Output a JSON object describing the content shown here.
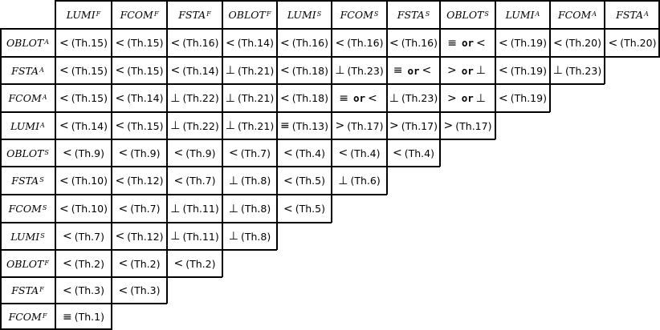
{
  "columns": [
    {
      "name": "LUMI",
      "sup": "F"
    },
    {
      "name": "FCOM",
      "sup": "F"
    },
    {
      "name": "FSTA",
      "sup": "F"
    },
    {
      "name": "OBLOT",
      "sup": "F"
    },
    {
      "name": "LUMI",
      "sup": "S"
    },
    {
      "name": "FCOM",
      "sup": "S"
    },
    {
      "name": "FSTA",
      "sup": "S"
    },
    {
      "name": "OBLOT",
      "sup": "S"
    },
    {
      "name": "LUMI",
      "sup": "A"
    },
    {
      "name": "FCOM",
      "sup": "A"
    },
    {
      "name": "FSTA",
      "sup": "A"
    }
  ],
  "rows": [
    {
      "name": "OBLOT",
      "sup": "A",
      "cells": [
        {
          "sym": "<",
          "ref": "(Th.15)"
        },
        {
          "sym": "<",
          "ref": "(Th.15)"
        },
        {
          "sym": "<",
          "ref": "(Th.16)"
        },
        {
          "sym": "<",
          "ref": "(Th.14)"
        },
        {
          "sym": "<",
          "ref": "(Th.16)"
        },
        {
          "sym": "<",
          "ref": "(Th.16)"
        },
        {
          "sym": "<",
          "ref": "(Th.16)"
        },
        {
          "sym": "≡",
          "kw": "or",
          "sym2": "<"
        },
        {
          "sym": "<",
          "ref": "(Th.19)"
        },
        {
          "sym": "<",
          "ref": "(Th.20)"
        },
        {
          "sym": "<",
          "ref": "(Th.20)"
        }
      ]
    },
    {
      "name": "FSTA",
      "sup": "A",
      "cells": [
        {
          "sym": "<",
          "ref": "(Th.15)"
        },
        {
          "sym": "<",
          "ref": "(Th.15)"
        },
        {
          "sym": "<",
          "ref": "(Th.14)"
        },
        {
          "sym": "⊥",
          "ref": "(Th.21)"
        },
        {
          "sym": "<",
          "ref": "(Th.18)"
        },
        {
          "sym": "⊥",
          "ref": "(Th.23)"
        },
        {
          "sym": "≡",
          "kw": "or",
          "sym2": "<"
        },
        {
          "sym": ">",
          "kw": "or",
          "sym2": "⊥"
        },
        {
          "sym": "<",
          "ref": "(Th.19)"
        },
        {
          "sym": "⊥",
          "ref": "(Th.23)"
        }
      ]
    },
    {
      "name": "FCOM",
      "sup": "A",
      "cells": [
        {
          "sym": "<",
          "ref": "(Th.15)"
        },
        {
          "sym": "<",
          "ref": "(Th.14)"
        },
        {
          "sym": "⊥",
          "ref": "(Th.22)"
        },
        {
          "sym": "⊥",
          "ref": "(Th.21)"
        },
        {
          "sym": "<",
          "ref": "(Th.18)"
        },
        {
          "sym": "≡",
          "kw": "or",
          "sym2": "<"
        },
        {
          "sym": "⊥",
          "ref": "(Th.23)"
        },
        {
          "sym": ">",
          "kw": "or",
          "sym2": "⊥"
        },
        {
          "sym": "<",
          "ref": "(Th.19)"
        }
      ]
    },
    {
      "name": "LUMI",
      "sup": "A",
      "cells": [
        {
          "sym": "<",
          "ref": "(Th.14)"
        },
        {
          "sym": "<",
          "ref": "(Th.15)"
        },
        {
          "sym": "⊥",
          "ref": "(Th.22)"
        },
        {
          "sym": "⊥",
          "ref": "(Th.21)"
        },
        {
          "sym": "≡",
          "ref": "(Th.13)"
        },
        {
          "sym": ">",
          "ref": "(Th.17)"
        },
        {
          "sym": ">",
          "ref": "(Th.17)"
        },
        {
          "sym": ">",
          "ref": "(Th.17)"
        }
      ]
    },
    {
      "name": "OBLOT",
      "sup": "S",
      "cells": [
        {
          "sym": "<",
          "ref": "(Th.9)"
        },
        {
          "sym": "<",
          "ref": "(Th.9)"
        },
        {
          "sym": "<",
          "ref": "(Th.9)"
        },
        {
          "sym": "<",
          "ref": "(Th.7)"
        },
        {
          "sym": "<",
          "ref": "(Th.4)"
        },
        {
          "sym": "<",
          "ref": "(Th.4)"
        },
        {
          "sym": "<",
          "ref": "(Th.4)"
        }
      ]
    },
    {
      "name": "FSTA",
      "sup": "S",
      "cells": [
        {
          "sym": "<",
          "ref": "(Th.10)"
        },
        {
          "sym": "<",
          "ref": "(Th.12)"
        },
        {
          "sym": "<",
          "ref": "(Th.7)"
        },
        {
          "sym": "⊥",
          "ref": "(Th.8)"
        },
        {
          "sym": "<",
          "ref": "(Th.5)"
        },
        {
          "sym": "⊥",
          "ref": "(Th.6)"
        }
      ]
    },
    {
      "name": "FCOM",
      "sup": "S",
      "cells": [
        {
          "sym": "<",
          "ref": "(Th.10)"
        },
        {
          "sym": "<",
          "ref": "(Th.7)"
        },
        {
          "sym": "⊥",
          "ref": "(Th.11)"
        },
        {
          "sym": "⊥",
          "ref": "(Th.8)"
        },
        {
          "sym": "<",
          "ref": "(Th.5)"
        }
      ]
    },
    {
      "name": "LUMI",
      "sup": "S",
      "cells": [
        {
          "sym": "<",
          "ref": "(Th.7)"
        },
        {
          "sym": "<",
          "ref": "(Th.12)"
        },
        {
          "sym": "⊥",
          "ref": "(Th.11)"
        },
        {
          "sym": "⊥",
          "ref": "(Th.8)"
        }
      ]
    },
    {
      "name": "OBLOT",
      "sup": "F",
      "cells": [
        {
          "sym": "<",
          "ref": "(Th.2)"
        },
        {
          "sym": "<",
          "ref": "(Th.2)"
        },
        {
          "sym": "<",
          "ref": "(Th.2)"
        }
      ]
    },
    {
      "name": "FSTA",
      "sup": "F",
      "cells": [
        {
          "sym": "<",
          "ref": "(Th.3)"
        },
        {
          "sym": "<",
          "ref": "(Th.3)"
        }
      ]
    },
    {
      "name": "FCOM",
      "sup": "F",
      "cells": [
        {
          "sym": "≡",
          "ref": "(Th.1)"
        }
      ]
    }
  ]
}
